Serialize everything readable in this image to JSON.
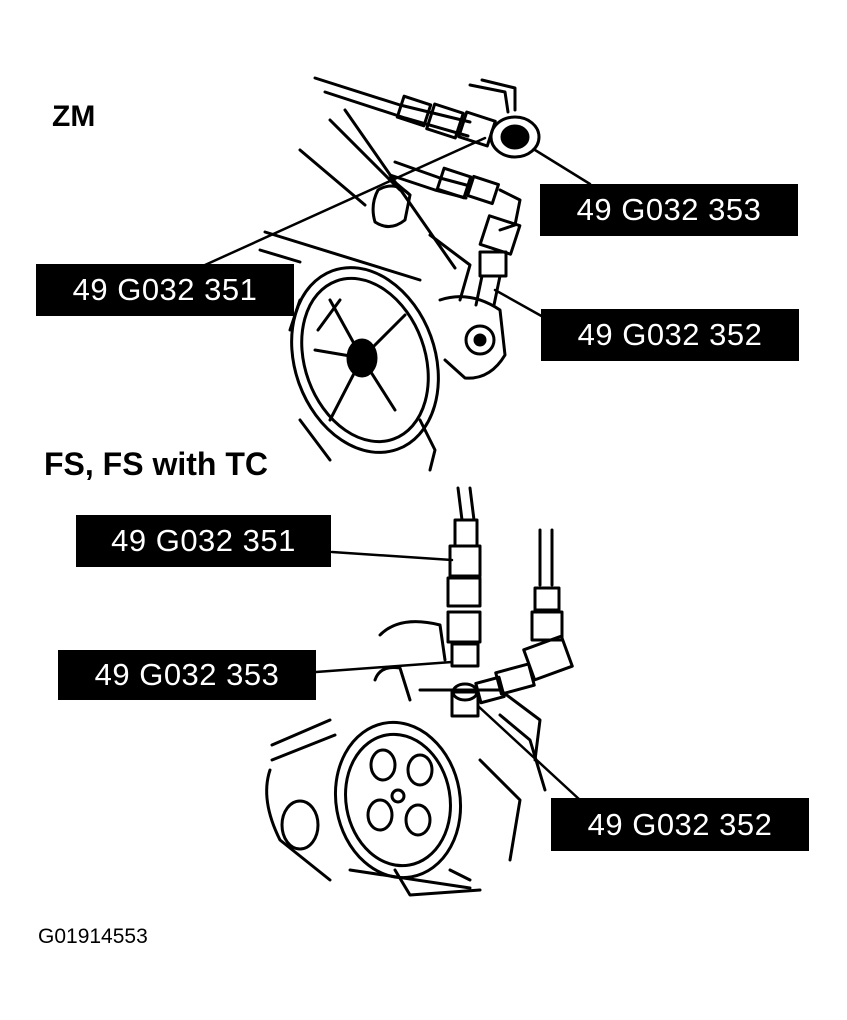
{
  "sections": {
    "zm": {
      "title": "ZM",
      "callouts": {
        "adapter_353": "49 G032 353",
        "adapter_351": "49 G032 351",
        "adapter_352": "49 G032 352"
      }
    },
    "fs": {
      "title": "FS, FS with TC",
      "callouts": {
        "adapter_351": "49 G032 351",
        "adapter_353": "49 G032 353",
        "adapter_352": "49 G032 352"
      }
    }
  },
  "figure_id": "G01914553"
}
